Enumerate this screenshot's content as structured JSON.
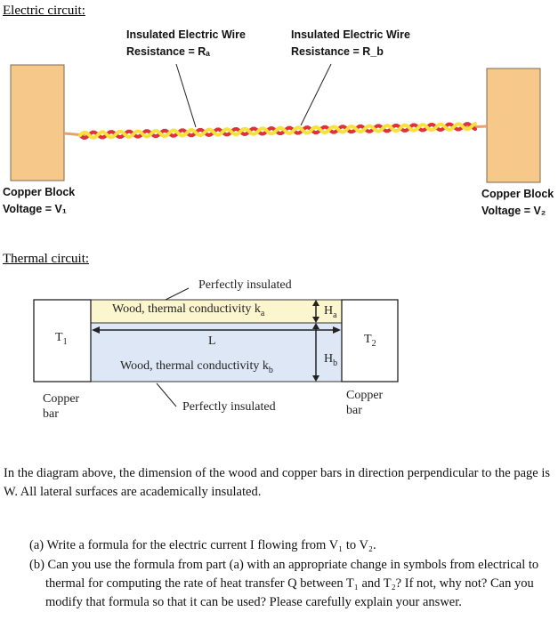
{
  "electric": {
    "heading": "Electric circuit:",
    "wire_a": {
      "line1": "Insulated Electric Wire",
      "line2": "Resistance = Rₐ"
    },
    "wire_b": {
      "line1": "Insulated Electric Wire",
      "line2": "Resistance = R_b"
    },
    "block_left": {
      "line1": "Copper Block",
      "line2": "Voltage = V₁"
    },
    "block_right": {
      "line1": "Copper Block",
      "line2": "Voltage = V₂"
    },
    "colors": {
      "copper": "#f6c98a",
      "wire_red": "#e0303a",
      "wire_yellow": "#f7e13c"
    }
  },
  "thermal": {
    "heading": "Thermal circuit:",
    "insulated_top": "Perfectly insulated",
    "insulated_bottom": "Perfectly insulated",
    "wood_a": {
      "text": "Wood, thermal conductivity k",
      "sub": "a"
    },
    "wood_b": {
      "text": "Wood, thermal conductivity k",
      "sub": "b"
    },
    "length": "L",
    "ha": {
      "text": "H",
      "sub": "a"
    },
    "hb": {
      "text": "H",
      "sub": "b"
    },
    "t1": {
      "text": "T",
      "sub": "1"
    },
    "t2": {
      "text": "T",
      "sub": "2"
    },
    "copper_left": {
      "line1": "Copper",
      "line2": "bar"
    },
    "copper_right": {
      "line1": "Copper",
      "line2": "bar"
    },
    "colors": {
      "wood_a": "#fcf6cf",
      "wood_b": "#dde7f5"
    }
  },
  "text": {
    "intro": "In the diagram above, the dimension of the wood and copper bars in direction perpendicular to the page is W. All lateral surfaces are academically insulated.",
    "part_a": "(a) Write a formula for the electric current I flowing from V₁ to V₂.",
    "part_b": "(b) Can you use the formula from part (a) with an appropriate change in symbols from electrical to thermal for computing the rate of heat transfer Q between T₁ and T₂? If not, why not? Can you modify that formula so that it can be used? Please carefully explain your answer."
  }
}
